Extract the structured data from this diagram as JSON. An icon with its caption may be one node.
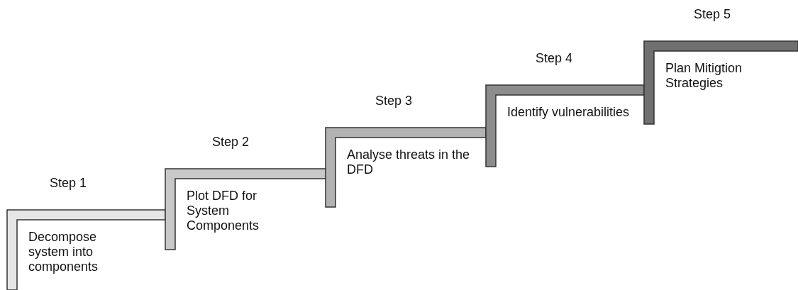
{
  "diagram": {
    "nodes": [
      {
        "text": [
          "Step 1",
          "Decompose system into components"
        ]
      },
      {
        "text": [
          "Step 2",
          "Plot DFD for System Components"
        ]
      },
      {
        "text": [
          "Step 3",
          "Analyse threats in the DFD"
        ]
      },
      {
        "text": [
          "Step 4",
          "Identify vulnerabilities"
        ]
      },
      {
        "text": [
          "Step 5",
          "Plan Mitigtion Strategies"
        ]
      }
    ]
  }
}
